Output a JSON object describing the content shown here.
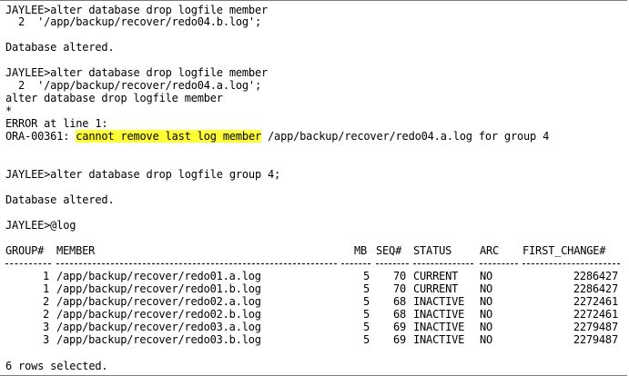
{
  "terminal": {
    "lines": [
      "JAYLEE>alter database drop logfile member",
      "  2  '/app/backup/recover/redo04.b.log';",
      "Database altered.",
      "JAYLEE>alter database drop logfile member",
      "  2  '/app/backup/recover/redo04.a.log';",
      "alter database drop logfile member",
      "*",
      "ERROR at line 1:",
      "JAYLEE>alter database drop logfile group 4;",
      "Database altered.",
      "JAYLEE>@log",
      "6 rows selected."
    ],
    "error_prefix": "ORA-00361: ",
    "error_highlight": "cannot remove last log member",
    "error_suffix": " /app/backup/recover/redo04.a.log for group 4"
  },
  "table": {
    "headers": [
      "GROUP#",
      "MEMBER",
      "MB",
      "SEQ#",
      "STATUS",
      "ARC",
      "FIRST_CHANGE#"
    ],
    "rows": [
      [
        "1",
        "/app/backup/recover/redo01.a.log",
        "5",
        "70",
        "CURRENT",
        "NO",
        "2286427"
      ],
      [
        "1",
        "/app/backup/recover/redo01.b.log",
        "5",
        "70",
        "CURRENT",
        "NO",
        "2286427"
      ],
      [
        "2",
        "/app/backup/recover/redo02.a.log",
        "5",
        "68",
        "INACTIVE",
        "NO",
        "2272461"
      ],
      [
        "2",
        "/app/backup/recover/redo02.b.log",
        "5",
        "68",
        "INACTIVE",
        "NO",
        "2272461"
      ],
      [
        "3",
        "/app/backup/recover/redo03.a.log",
        "5",
        "69",
        "INACTIVE",
        "NO",
        "2279487"
      ],
      [
        "3",
        "/app/backup/recover/redo03.b.log",
        "5",
        "69",
        "INACTIVE",
        "NO",
        "2279487"
      ]
    ]
  }
}
